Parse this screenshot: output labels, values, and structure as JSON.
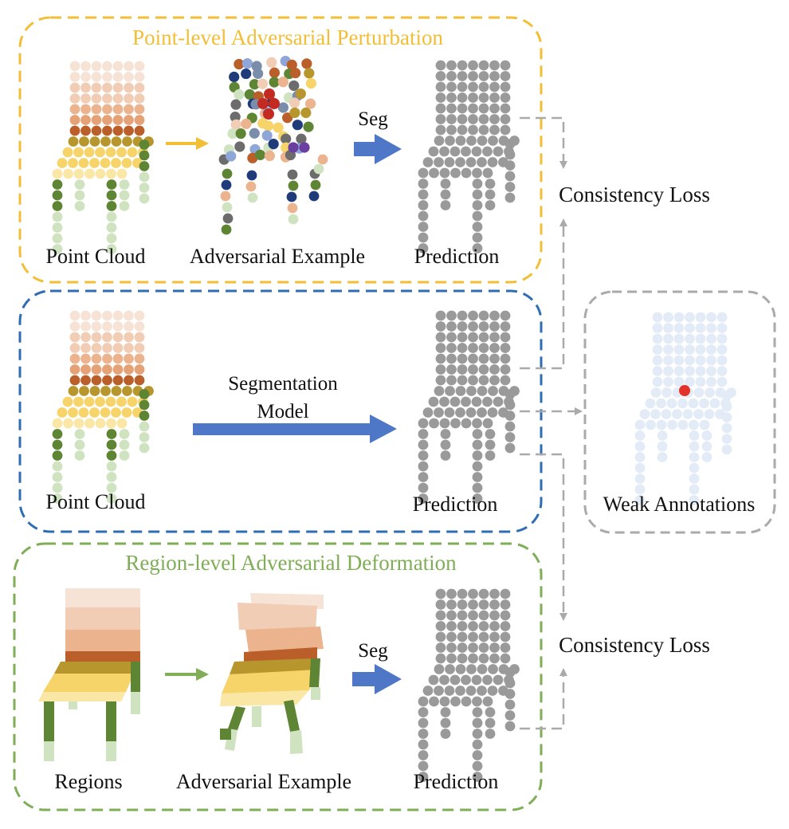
{
  "panels": {
    "point": {
      "title": "Point-level Adversarial Perturbation",
      "labels": [
        "Point Cloud",
        "Adversarial Example",
        "Prediction"
      ],
      "seg_label": "Seg",
      "border_color": "#F2BE36",
      "title_color": "#F2BE36"
    },
    "original": {
      "labels": [
        "Point Cloud",
        "Prediction"
      ],
      "model_label_line1": "Segmentation",
      "model_label_line2": "Model",
      "border_color": "#2E6DB4"
    },
    "region": {
      "title": "Region-level Adversarial Deformation",
      "labels": [
        "Regions",
        "Adversarial Example",
        "Prediction"
      ],
      "seg_label": "Seg",
      "border_color": "#7FAE56",
      "title_color": "#7FAE56"
    },
    "weak": {
      "label": "Weak Annotations",
      "border_color": "#AAAAAA"
    }
  },
  "losses": {
    "top": "Consistency Loss",
    "bottom": "Consistency Loss"
  },
  "colors": {
    "seat_back_light": "#F6E3D6",
    "seat_back_mid1": "#F0CDB4",
    "seat_back_mid2": "#EBB38E",
    "seat_back_mid3": "#E6A277",
    "seat_back_dark": "#BA5E2A",
    "seat_top": "#B8962E",
    "seat_mid": "#F6D46A",
    "seat_light": "#FAE6A5",
    "leg_dark": "#5E8534",
    "leg_light": "#CFE3C0",
    "prediction_gray": "#9A9A9A",
    "weak_point": "#E2EBF6",
    "weak_marker": "#E2322A",
    "blue_arrow": "#4E77C7",
    "yellow_arrow": "#F2BE36",
    "green_arrow": "#7FAE56",
    "connector": "#AAAAAA",
    "adv_purple": "#6B3FA0",
    "adv_navy": "#1F3B7A",
    "adv_red": "#C32A22",
    "adv_blue": "#8FA6D8",
    "adv_slate": "#7A8DAA",
    "adv_gray": "#6C6C6C"
  }
}
